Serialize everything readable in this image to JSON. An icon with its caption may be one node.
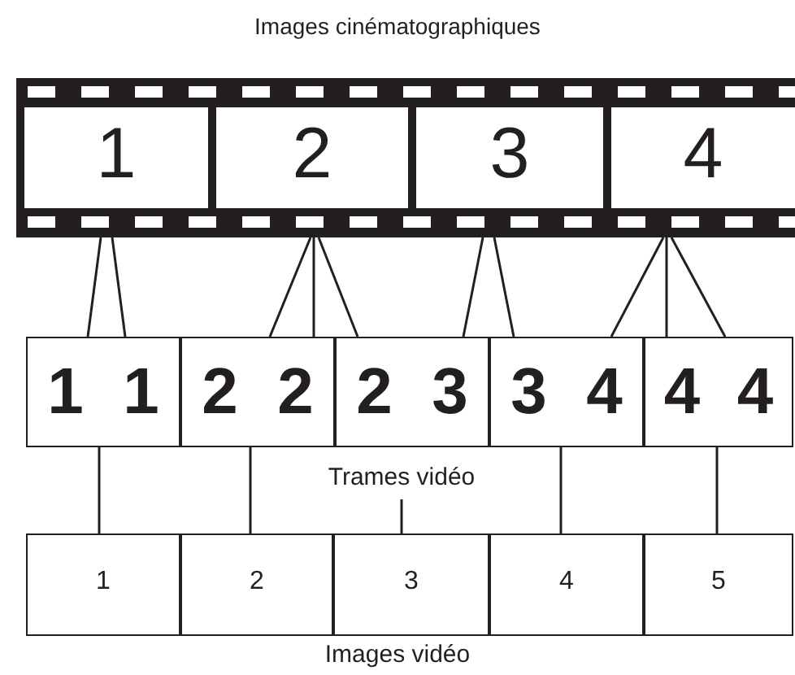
{
  "diagram": {
    "title": "Images cinématographiques",
    "nodes": [
      {
        "text": [
          "1"
        ]
      },
      {
        "text": [
          "2"
        ]
      },
      {
        "text": [
          "3"
        ]
      },
      {
        "text": [
          "4"
        ]
      },
      {
        "text": [
          "1",
          "1"
        ]
      },
      {
        "text": [
          "2",
          "2"
        ]
      },
      {
        "text": [
          "2",
          "3"
        ]
      },
      {
        "text": [
          "3",
          "4"
        ]
      },
      {
        "text": [
          "4",
          "4"
        ]
      },
      {
        "text": [
          "Trames vidéo"
        ]
      },
      {
        "text": [
          "1"
        ]
      },
      {
        "text": [
          "2"
        ]
      },
      {
        "text": [
          "3"
        ]
      },
      {
        "text": [
          "4"
        ]
      },
      {
        "text": [
          "5"
        ]
      }
    ],
    "edges": [
      {
        "from": 0,
        "to": 4,
        "arrow": "none"
      },
      {
        "from": 0,
        "to": 4,
        "arrow": "none"
      },
      {
        "from": 1,
        "to": 5,
        "arrow": "none"
      },
      {
        "from": 1,
        "to": 5,
        "arrow": "none"
      },
      {
        "from": 1,
        "to": 6,
        "arrow": "none"
      },
      {
        "from": 2,
        "to": 6,
        "arrow": "none"
      },
      {
        "from": 2,
        "to": 7,
        "arrow": "none"
      },
      {
        "from": 3,
        "to": 7,
        "arrow": "none"
      },
      {
        "from": 3,
        "to": 8,
        "arrow": "none"
      },
      {
        "from": 3,
        "to": 8,
        "arrow": "none"
      },
      {
        "from": 4,
        "to": 10,
        "arrow": "none"
      },
      {
        "from": 5,
        "to": 11,
        "arrow": "none"
      },
      {
        "from": 9,
        "to": 12,
        "arrow": "none"
      },
      {
        "from": 7,
        "to": 13,
        "arrow": "none"
      },
      {
        "from": 8,
        "to": 14,
        "arrow": "none"
      }
    ],
    "labels": [
      "Images vidéo"
    ]
  }
}
